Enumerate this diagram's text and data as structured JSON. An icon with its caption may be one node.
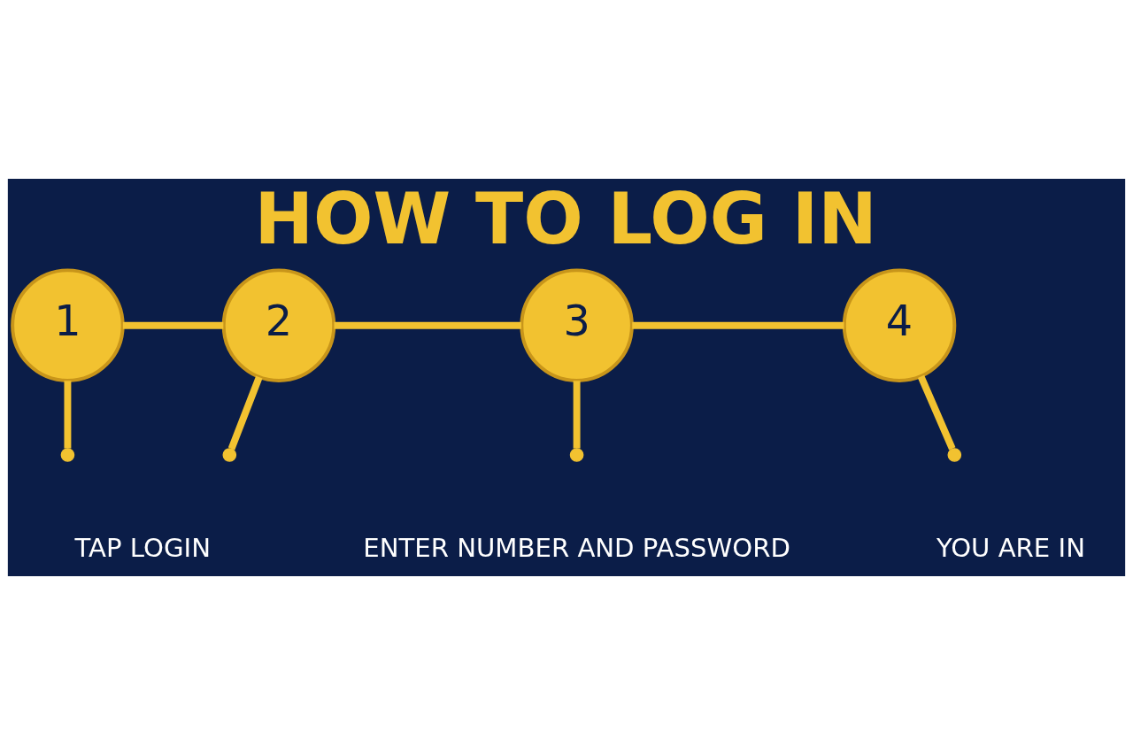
{
  "diagram": {
    "title": "HOW TO LOG IN",
    "nodes": [
      {
        "text": [
          "1"
        ]
      },
      {
        "text": [
          "2"
        ]
      },
      {
        "text": [
          "3"
        ]
      },
      {
        "text": [
          "4"
        ]
      },
      {
        "text": [],
        "shape": "circle"
      },
      {
        "text": [],
        "shape": "circle",
        "beside": [
          "TAP LOGIN"
        ]
      },
      {
        "text": [],
        "shape": "circle",
        "beside": [
          "ENTER NUMBER AND PASSWORD"
        ]
      },
      {
        "text": [],
        "shape": "circle",
        "beside": [
          "YOU ARE IN"
        ]
      }
    ],
    "edges": [
      {
        "from": 0,
        "to": 1,
        "arrow": "none"
      },
      {
        "from": 1,
        "to": 2,
        "arrow": "none"
      },
      {
        "from": 2,
        "to": 3,
        "arrow": "none"
      },
      {
        "from": 0,
        "to": 4,
        "arrow": "none"
      },
      {
        "from": 1,
        "to": 5,
        "arrow": "none"
      },
      {
        "from": 2,
        "to": 6,
        "arrow": "none"
      },
      {
        "from": 3,
        "to": 7,
        "arrow": "none"
      }
    ]
  }
}
